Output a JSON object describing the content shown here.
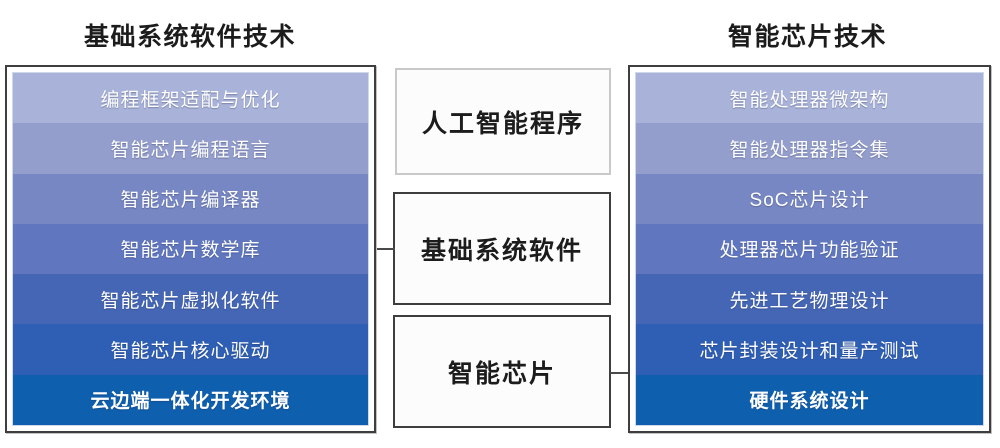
{
  "diagram": {
    "background_color": "#ffffff",
    "left_column": {
      "title": "基础系统软件技术",
      "items": [
        {
          "label": "编程框架适配与优化",
          "color": "#a9b2d8"
        },
        {
          "label": "智能芯片编程语言",
          "color": "#949ecd"
        },
        {
          "label": "智能芯片编译器",
          "color": "#7787c4"
        },
        {
          "label": "智能芯片数学库",
          "color": "#6077c0"
        },
        {
          "label": "智能芯片虚拟化软件",
          "color": "#4566b4"
        },
        {
          "label": "智能芯片核心驱动",
          "color": "#2f5fb4"
        },
        {
          "label": "云边端一体化开发环境",
          "color": "#0e5fae"
        }
      ]
    },
    "middle_column": {
      "boxes": [
        {
          "label": "人工智能程序",
          "border_color": "#c9c9c9"
        },
        {
          "label": "基础系统软件",
          "border_color": "#3e3e3e"
        },
        {
          "label": "智能芯片",
          "border_color": "#3e3e3e"
        }
      ]
    },
    "right_column": {
      "title": "智能芯片技术",
      "items": [
        {
          "label": "智能处理器微架构",
          "color": "#a9b2d8"
        },
        {
          "label": "智能处理器指令集",
          "color": "#949ecd"
        },
        {
          "label": "SoC芯片设计",
          "color": "#7787c4"
        },
        {
          "label": "处理器芯片功能验证",
          "color": "#6077c0"
        },
        {
          "label": "先进工艺物理设计",
          "color": "#4566b4"
        },
        {
          "label": "芯片封装设计和量产测试",
          "color": "#2f5fb4"
        },
        {
          "label": "硬件系统设计",
          "color": "#0e5fae"
        }
      ]
    },
    "connectors": [
      {
        "name": "left-stack-to-foundation-software"
      },
      {
        "name": "intelligent-chip-to-right-stack"
      }
    ]
  }
}
